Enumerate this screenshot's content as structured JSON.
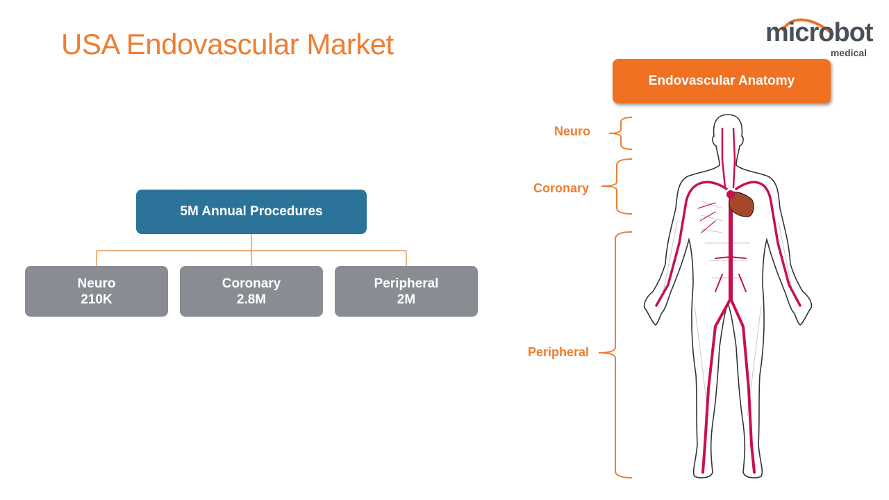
{
  "title": "USA Endovascular Market",
  "logo": {
    "main": "microbot",
    "sub": "medical"
  },
  "anatomy_button": "Endovascular Anatomy",
  "tree": {
    "root": "5M Annual Procedures",
    "children": [
      {
        "name": "Neuro",
        "value": "210K"
      },
      {
        "name": "Coronary",
        "value": "2.8M"
      },
      {
        "name": "Peripheral",
        "value": "2M"
      }
    ]
  },
  "anatomy_labels": [
    "Neuro",
    "Coronary",
    "Peripheral"
  ],
  "colors": {
    "accent": "#EE7D31",
    "root": "#2B7399",
    "child": "#898C93",
    "artery": "#C8104F"
  }
}
